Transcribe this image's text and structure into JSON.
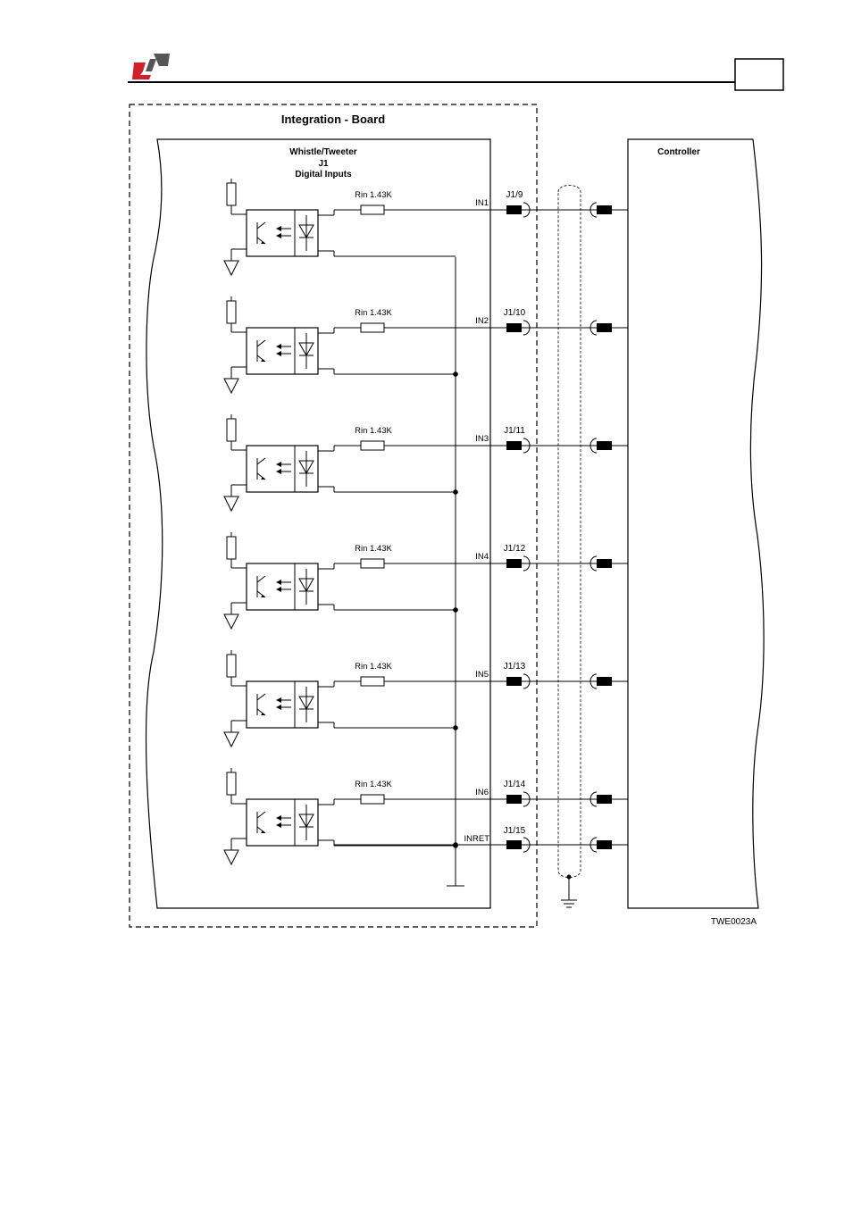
{
  "header": {
    "logo_icon": "company-logo-icon",
    "page_box_text": ""
  },
  "diagram": {
    "integration_title": "Integration - Board",
    "inner_title_line1": "Whistle/Tweeter",
    "inner_title_line2": "J1",
    "inner_title_line3": "Digital Inputs",
    "controller_label": "Controller",
    "figure_code": "TWE0023A",
    "channels": [
      {
        "resistor": "Rin 1.43K",
        "signal": "IN1",
        "pin": "J1/9"
      },
      {
        "resistor": "Rin 1.43K",
        "signal": "IN2",
        "pin": "J1/10"
      },
      {
        "resistor": "Rin 1.43K",
        "signal": "IN3",
        "pin": "J1/11"
      },
      {
        "resistor": "Rin 1.43K",
        "signal": "IN4",
        "pin": "J1/12"
      },
      {
        "resistor": "Rin 1.43K",
        "signal": "IN5",
        "pin": "J1/13"
      },
      {
        "resistor": "Rin 1.43K",
        "signal": "IN6",
        "pin": "J1/14"
      }
    ],
    "return": {
      "signal": "INRET",
      "pin": "J1/15"
    },
    "colors": {
      "logo_red": "#d0202a",
      "logo_gray": "#555555"
    }
  }
}
